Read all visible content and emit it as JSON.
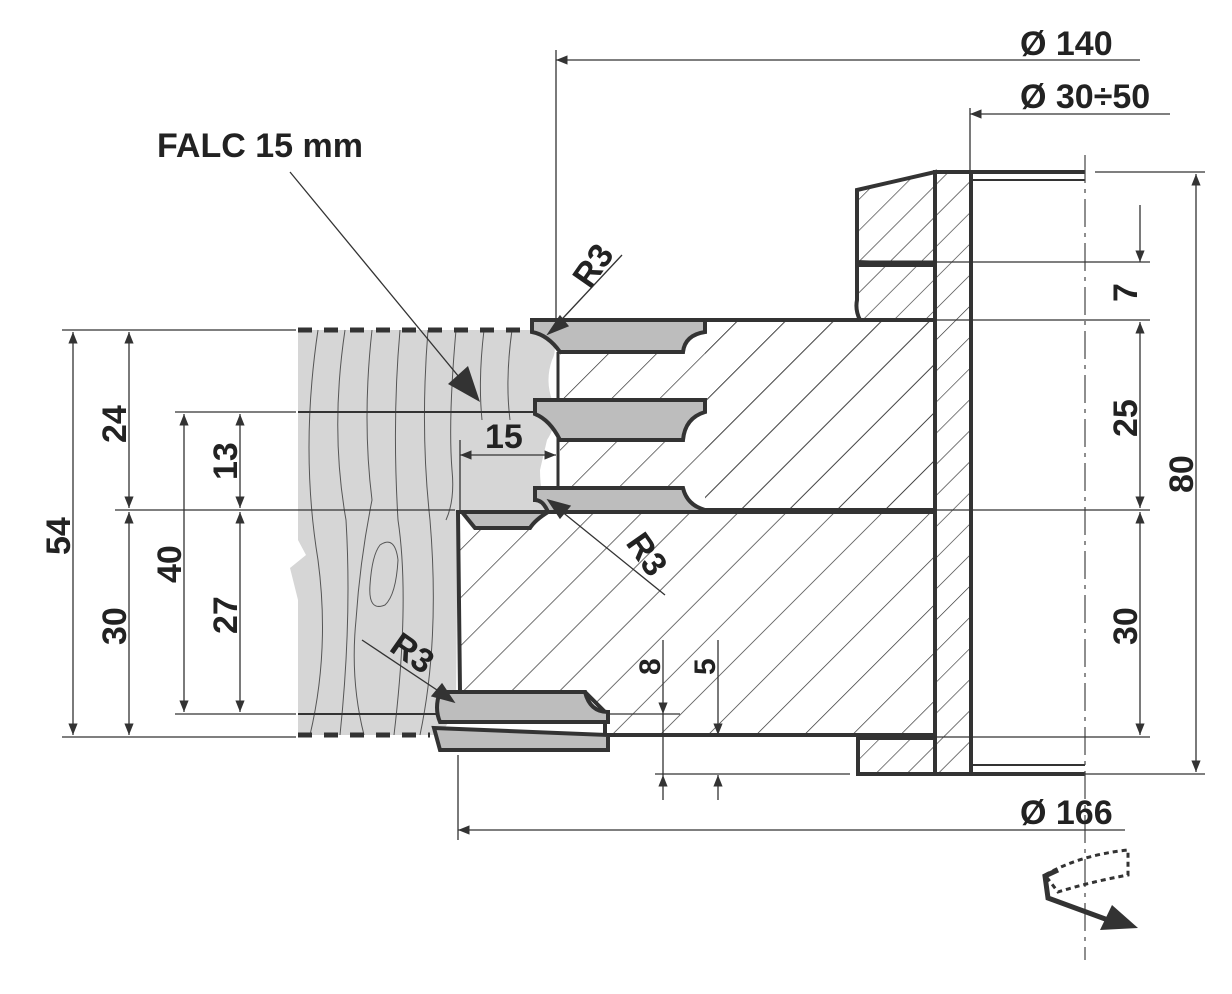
{
  "labels": {
    "falc": "FALC 15 mm",
    "dia_140": "Ø 140",
    "dia_30_50": "Ø 30÷50",
    "dia_166": "Ø 166",
    "r3_top": "R3",
    "r3_mid": "R3",
    "r3_bottom": "R3",
    "width_15": "15"
  },
  "dims_left": {
    "d54": "54",
    "d24": "24",
    "d30": "30",
    "d40": "40",
    "d13": "13",
    "d27": "27"
  },
  "dims_right": {
    "d7": "7",
    "d25": "25",
    "d30": "30",
    "d80": "80"
  },
  "dims_bottom": {
    "d8": "8",
    "d5": "5"
  },
  "colors": {
    "wood": "#d6d6d6",
    "blade": "#bdbdbd",
    "stroke": "#333333"
  }
}
